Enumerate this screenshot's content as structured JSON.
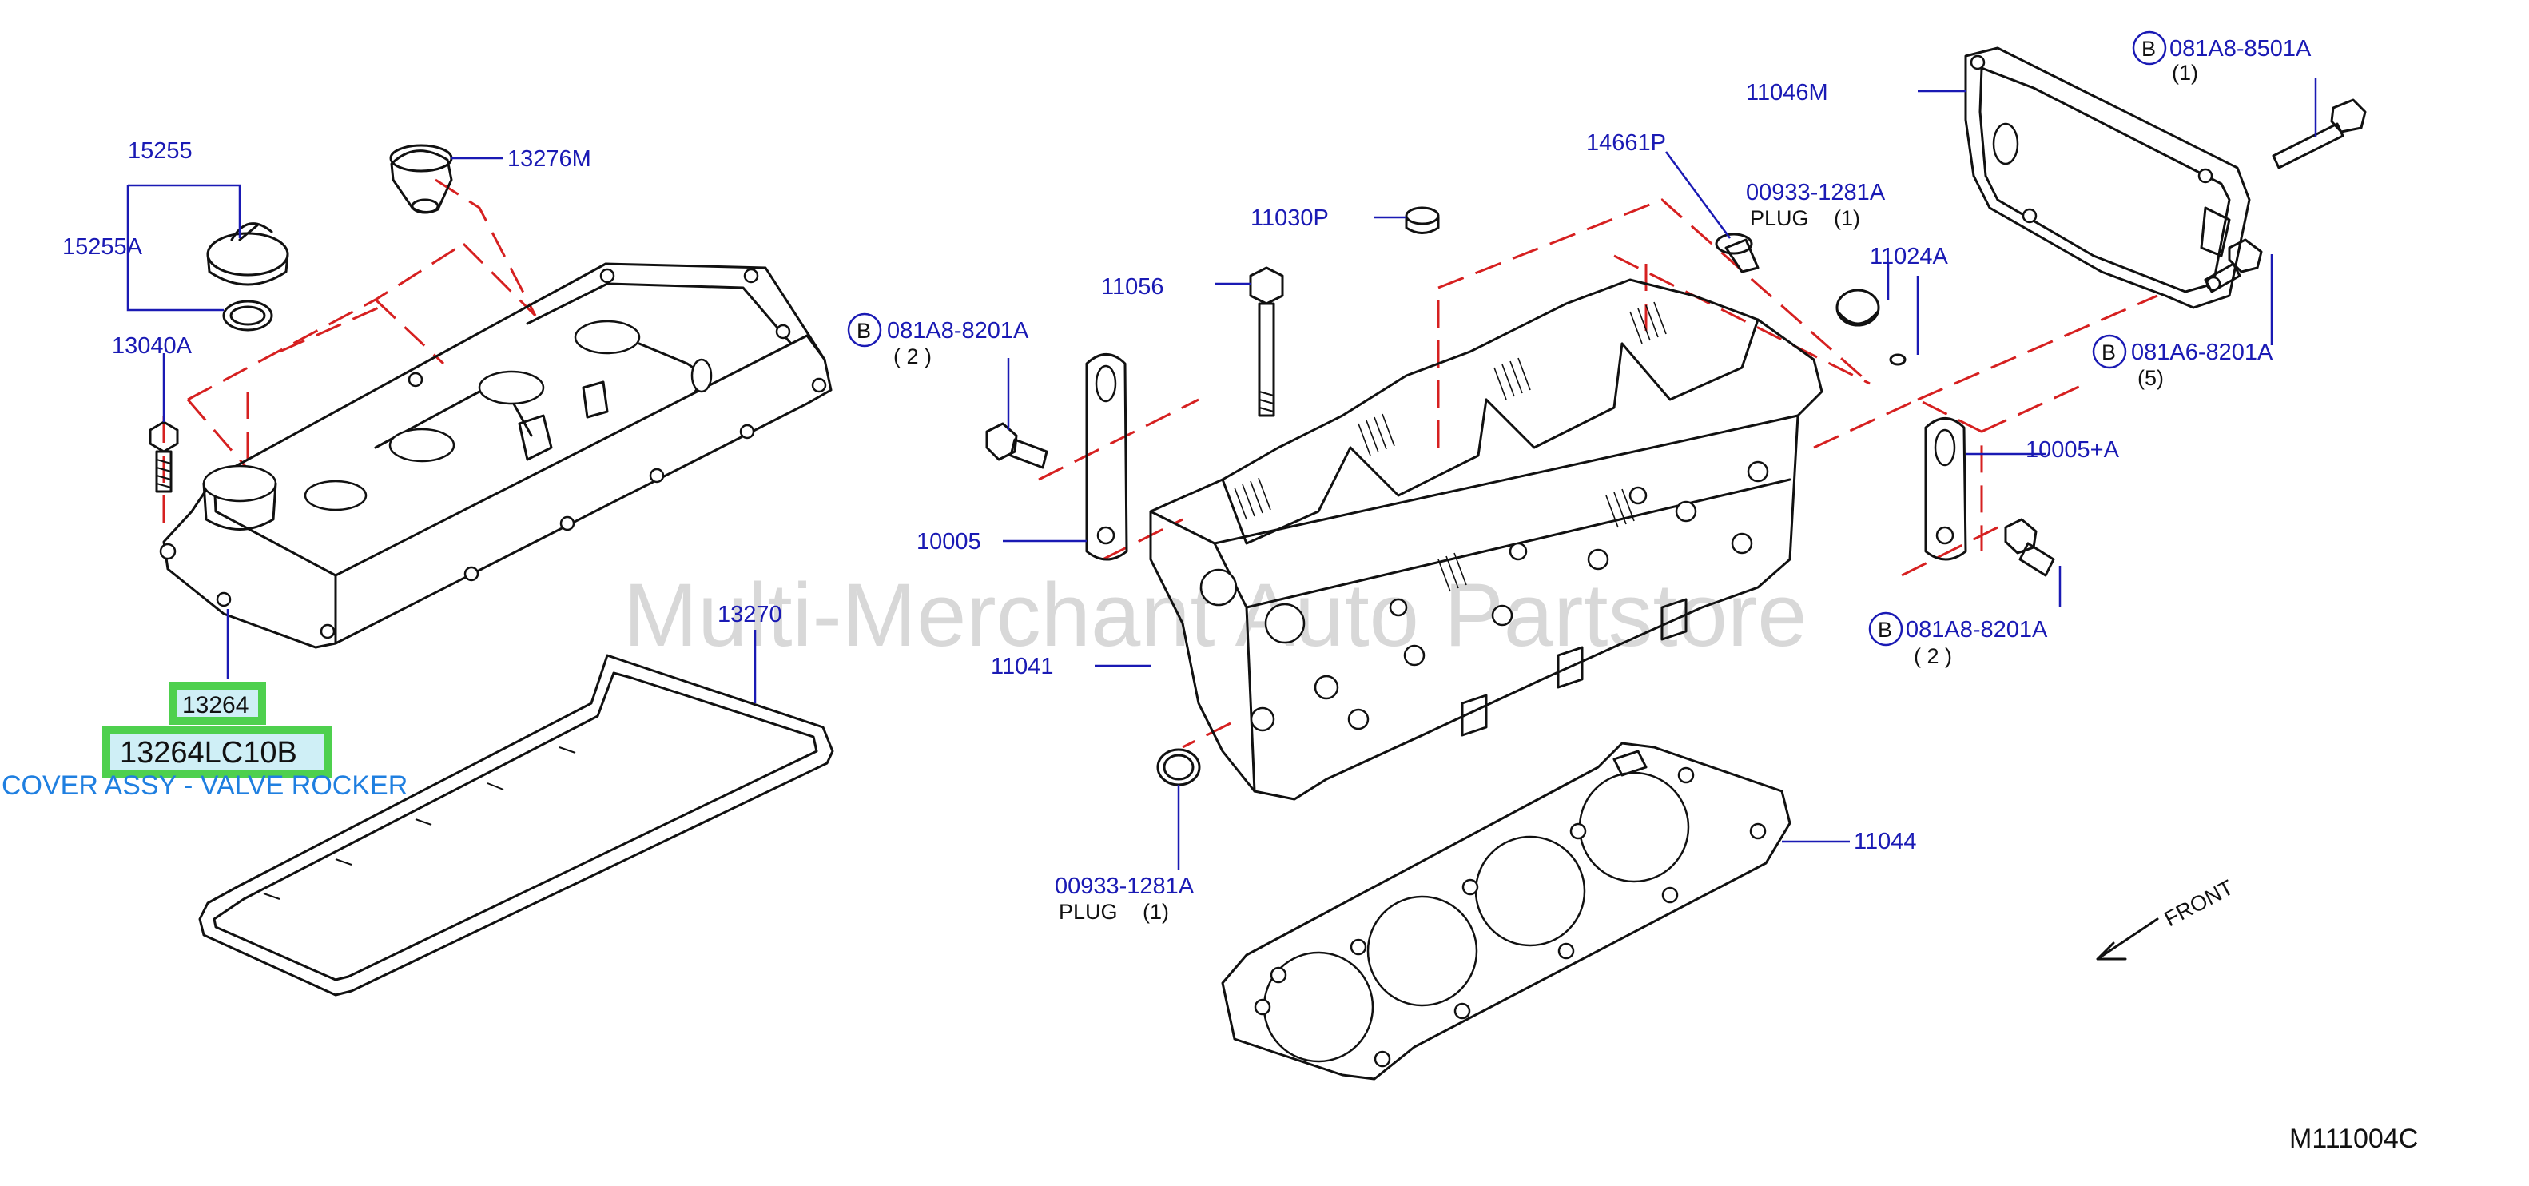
{
  "watermark": "Multi-Merchant Auto Partstore",
  "figure_code": "M111004C",
  "front_label": "FRONT",
  "selected": {
    "callout": "13264",
    "part_number": "13264LC10B",
    "description": "COVER ASSY - VALVE ROCKER"
  },
  "labels": {
    "p15255": "15255",
    "p15255A": "15255A",
    "p13040A": "13040A",
    "p13276M": "13276M",
    "p13270": "13270",
    "p11030P": "11030P",
    "p11056": "11056",
    "p14661P": "14661P",
    "p00933_top": "00933-1281A",
    "plug_top": "PLUG",
    "qty_plug_top": "(1)",
    "p11024A": "11024A",
    "p11046M": "11046M",
    "p081A8_8501A": "081A8-8501A",
    "qty_8501A": "(1)",
    "p081A6_8201A": "081A6-8201A",
    "qty_081A6": "(5)",
    "p10005A": "10005+A",
    "p081A8_8201A_right": "081A8-8201A",
    "qty_right": "( 2 )",
    "p081A8_8201A_left": "081A8-8201A",
    "qty_left": "( 2 )",
    "p10005": "10005",
    "p11041": "11041",
    "p00933_bottom": "00933-1281A",
    "plug_bottom": "PLUG",
    "qty_plug_bottom": "(1)",
    "p11044": "11044",
    "b_marker": "B"
  },
  "icons": {
    "b_marker": "circled-letter-icon",
    "front_arrow": "front-arrow-icon"
  },
  "colors": {
    "label": "#1a1ab4",
    "dashed_lines": "#d62020",
    "highlight_border": "#4ed04e",
    "highlight_fill": "#cfeff6",
    "description": "#1f7fe0"
  }
}
